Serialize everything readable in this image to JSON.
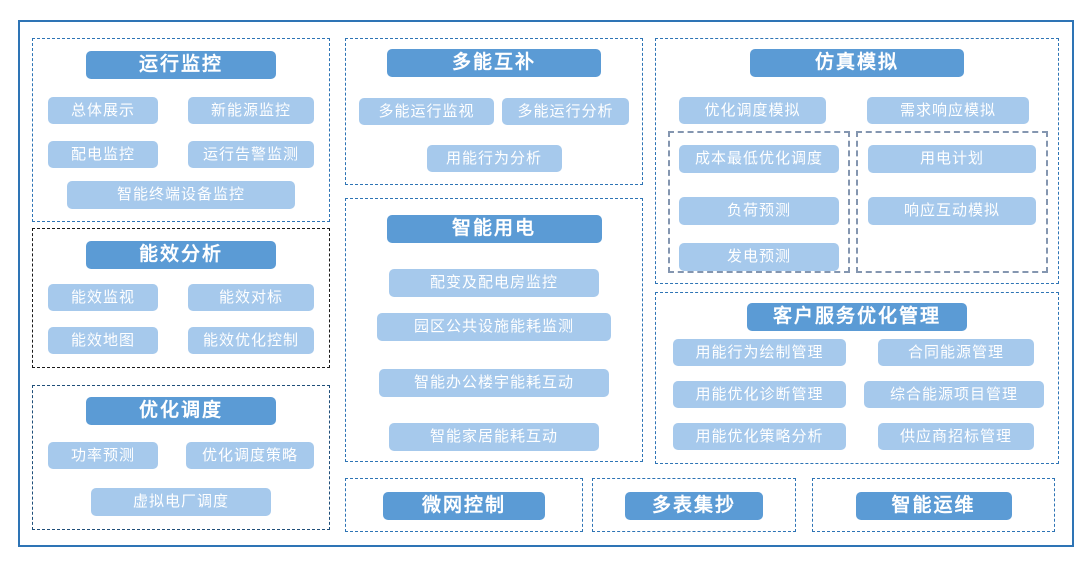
{
  "colors": {
    "header_bg": "#5B9BD5",
    "item_bg": "#A6C9EC",
    "border_blue": "#2E74B5",
    "border_black": "#1A1A1A",
    "border_navy": "#1F4E79",
    "border_slate": "#8496B0",
    "outer_border": "#2E74B5",
    "text": "#FFFFFF"
  },
  "groups": {
    "monitoring": {
      "header": "运行监控",
      "items": [
        "总体展示",
        "新能源监控",
        "配电监控",
        "运行告警监测",
        "智能终端设备监控"
      ]
    },
    "efficiency": {
      "header": "能效分析",
      "items": [
        "能效监视",
        "能效对标",
        "能效地图",
        "能效优化控制"
      ]
    },
    "dispatch": {
      "header": "优化调度",
      "items": [
        "功率预测",
        "优化调度策略",
        "虚拟电厂调度"
      ]
    },
    "multi_energy": {
      "header": "多能互补",
      "items": [
        "多能运行监视",
        "多能运行分析",
        "用能行为分析"
      ]
    },
    "smart_power": {
      "header": "智能用电",
      "items": [
        "配变及配电房监控",
        "园区公共设施能耗监测",
        "智能办公楼宇能耗互动",
        "智能家居能耗互动"
      ]
    },
    "simulation": {
      "header": "仿真模拟",
      "items": [
        "优化调度模拟",
        "需求响应模拟"
      ],
      "sub_left": [
        "成本最低优化调度",
        "负荷预测",
        "发电预测"
      ],
      "sub_right": [
        "用电计划",
        "响应互动模拟"
      ]
    },
    "customer": {
      "header": "客户服务优化管理",
      "items_left": [
        "用能行为绘制管理",
        "用能优化诊断管理",
        "用能优化策略分析"
      ],
      "items_right": [
        "合同能源管理",
        "综合能源项目管理",
        "供应商招标管理"
      ]
    },
    "microgrid": {
      "header": "微网控制"
    },
    "meter": {
      "header": "多表集抄"
    },
    "ops": {
      "header": "智能运维"
    }
  }
}
